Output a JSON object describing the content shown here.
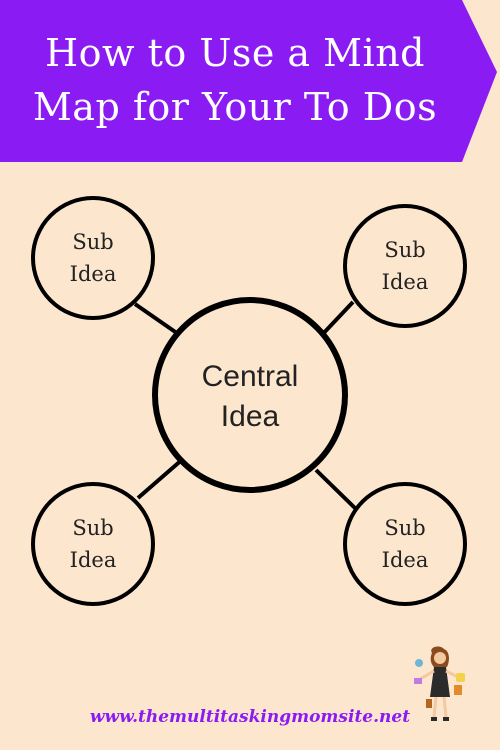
{
  "banner": {
    "title_line1": "How to Use a Mind",
    "title_line2": "Map for Your To Dos",
    "color": "#8a1bf2"
  },
  "diagram": {
    "central": {
      "line1": "Central",
      "line2": "Idea"
    },
    "nodes": [
      {
        "line1": "Sub",
        "line2": "Idea"
      },
      {
        "line1": "Sub",
        "line2": "Idea"
      },
      {
        "line1": "Sub",
        "line2": "Idea"
      },
      {
        "line1": "Sub",
        "line2": "Idea"
      }
    ],
    "stroke_color": "#000000",
    "fill_color": "#fde6ce"
  },
  "footer": {
    "url": "www.themultitaskingmomsite.net",
    "color": "#8a1bf2"
  },
  "logo": {
    "icon": "multitasking-mom-figure"
  }
}
